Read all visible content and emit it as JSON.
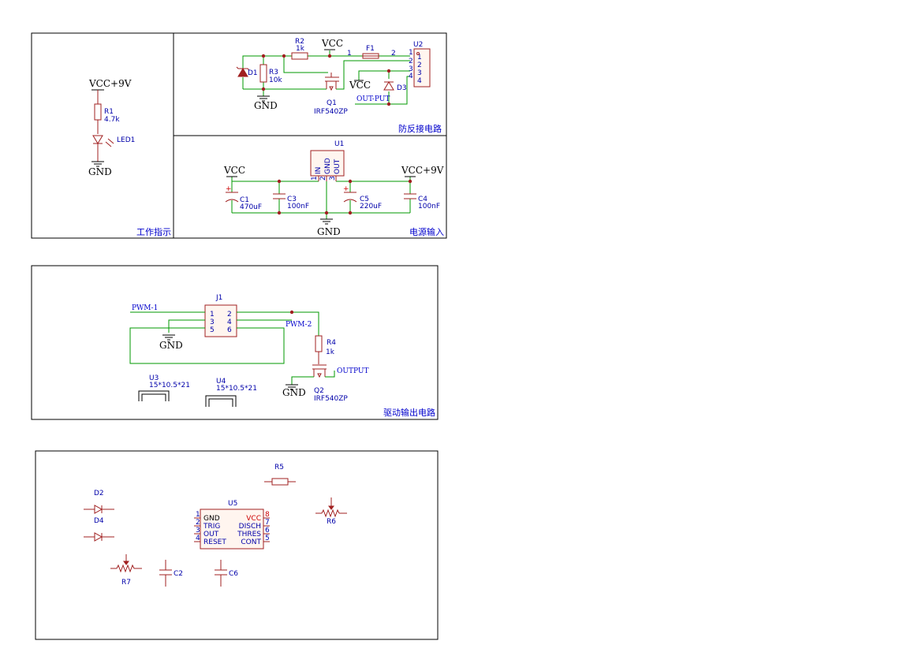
{
  "sections": {
    "indicator": "工作指示",
    "reverse_protection": "防反接电路",
    "power_input": "电源输入",
    "drive_output": "驱动输出电路"
  },
  "power": {
    "vcc9v": "VCC+9V",
    "vcc": "VCC",
    "gnd": "GND"
  },
  "nets": {
    "out_put": "OUT-PUT",
    "pwm1": "PWM-1",
    "pwm2": "PWM-2",
    "output": "OUTPUT"
  },
  "components": {
    "r1": {
      "ref": "R1",
      "value": "4.7k"
    },
    "led1": {
      "ref": "LED1"
    },
    "r2": {
      "ref": "R2",
      "value": "1k"
    },
    "r3": {
      "ref": "R3",
      "value": "10k"
    },
    "d1": {
      "ref": "D1"
    },
    "q1": {
      "ref": "Q1",
      "value": "IRF540ZP"
    },
    "f1": {
      "ref": "F1",
      "pin1": "1",
      "pin2": "2"
    },
    "d3": {
      "ref": "D3"
    },
    "u2": {
      "ref": "U2",
      "pins": [
        "1",
        "2",
        "3",
        "4"
      ]
    },
    "u1": {
      "ref": "U1",
      "pins": [
        "IN",
        "GND",
        "OUT"
      ],
      "pin_numbers": [
        "1",
        "2",
        "3"
      ]
    },
    "c1": {
      "ref": "C1",
      "value": "470uF"
    },
    "c3": {
      "ref": "C3",
      "value": "100nF"
    },
    "c5": {
      "ref": "C5",
      "value": "220uF"
    },
    "c4": {
      "ref": "C4",
      "value": "100nF"
    },
    "j1": {
      "ref": "J1",
      "pins": [
        "1",
        "2",
        "3",
        "4",
        "5",
        "6"
      ]
    },
    "r4": {
      "ref": "R4",
      "value": "1k"
    },
    "q2": {
      "ref": "Q2",
      "value": "IRF540ZP"
    },
    "u3": {
      "ref": "U3",
      "value": "15*10.5*21"
    },
    "u4": {
      "ref": "U4",
      "value": "15*10.5*21"
    },
    "r5": {
      "ref": "R5"
    },
    "d2": {
      "ref": "D2"
    },
    "d4": {
      "ref": "D4"
    },
    "u5": {
      "ref": "U5",
      "left_pins": [
        "GND",
        "TRIG",
        "OUT",
        "RESET"
      ],
      "right_pins": [
        "VCC",
        "DISCH",
        "THRES",
        "CONT"
      ],
      "left_numbers": [
        "1",
        "2",
        "3",
        "4"
      ],
      "right_numbers": [
        "8",
        "7",
        "6",
        "5"
      ]
    },
    "r6": {
      "ref": "R6"
    },
    "r7": {
      "ref": "R7"
    },
    "c2": {
      "ref": "C2"
    },
    "c6": {
      "ref": "C6"
    }
  }
}
